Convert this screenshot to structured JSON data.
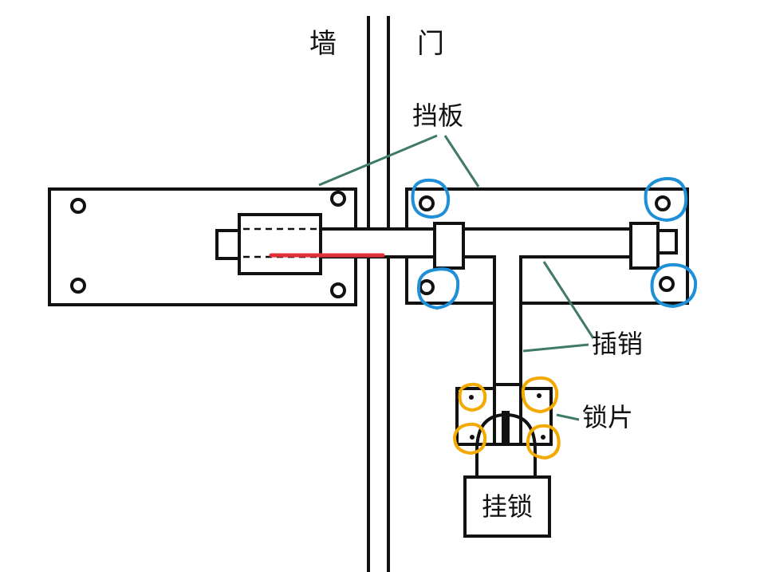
{
  "labels": {
    "wall": "墙",
    "door": "门",
    "baffle": "挡板",
    "bolt": "插销",
    "lock_plate": "锁片",
    "padlock": "挂锁"
  },
  "colors": {
    "outline": "#111111",
    "leader": "#3f7a66",
    "highlight_blue": "#1f8fd8",
    "highlight_orange": "#f2a900",
    "bolt_mark": "#e0313a"
  }
}
